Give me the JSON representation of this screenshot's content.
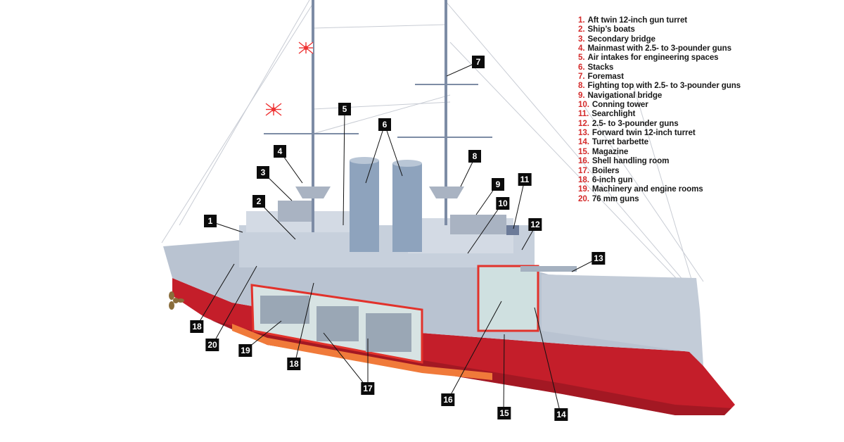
{
  "title": "Battleship cutaway illustration",
  "colors": {
    "hull_red": "#c41e2a",
    "hull_dark_red": "#8e1420",
    "hull_gray": "#b9c3d1",
    "stack_blue": "#8ea3bd",
    "cutaway_outline": "#e2322b",
    "boot_topping": "#f07a3a",
    "legend_number": "#d42a2a",
    "callout_bg": "#0b0b0b"
  },
  "flags": [
    {
      "name": "rising-sun-ensign-upper"
    },
    {
      "name": "rising-sun-ensign-lower"
    }
  ],
  "legend": [
    {
      "num": "1.",
      "text": "Aft twin 12-inch gun turret"
    },
    {
      "num": "2.",
      "text": "Ship’s boats"
    },
    {
      "num": "3.",
      "text": "Secondary bridge"
    },
    {
      "num": "4.",
      "text": "Mainmast with 2.5- to 3-pounder guns"
    },
    {
      "num": "5.",
      "text": "Air intakes for engineering spaces"
    },
    {
      "num": "6.",
      "text": "Stacks"
    },
    {
      "num": "7.",
      "text": "Foremast"
    },
    {
      "num": "8.",
      "text": "Fighting top with 2.5- to 3-pounder guns"
    },
    {
      "num": "9.",
      "text": "Navigational bridge"
    },
    {
      "num": "10.",
      "text": "Conning tower"
    },
    {
      "num": "11.",
      "text": "Searchlight"
    },
    {
      "num": "12.",
      "text": "2.5- to 3-pounder guns"
    },
    {
      "num": "13.",
      "text": "Forward twin 12-inch turret"
    },
    {
      "num": "14.",
      "text": "Turret barbette"
    },
    {
      "num": "15.",
      "text": "Magazine"
    },
    {
      "num": "16.",
      "text": "Shell handling room"
    },
    {
      "num": "17.",
      "text": "Boilers"
    },
    {
      "num": "18.",
      "text": "6-inch gun"
    },
    {
      "num": "19.",
      "text": "Machinery and engine rooms"
    },
    {
      "num": "20.",
      "text": "76 mm guns"
    }
  ],
  "callouts": [
    {
      "label": "1"
    },
    {
      "label": "2"
    },
    {
      "label": "3"
    },
    {
      "label": "4"
    },
    {
      "label": "5"
    },
    {
      "label": "6"
    },
    {
      "label": "7"
    },
    {
      "label": "8"
    },
    {
      "label": "9"
    },
    {
      "label": "10"
    },
    {
      "label": "11"
    },
    {
      "label": "12"
    },
    {
      "label": "13"
    },
    {
      "label": "14"
    },
    {
      "label": "15"
    },
    {
      "label": "16"
    },
    {
      "label": "17"
    },
    {
      "label": "18"
    },
    {
      "label": "18"
    },
    {
      "label": "19"
    },
    {
      "label": "20"
    }
  ]
}
